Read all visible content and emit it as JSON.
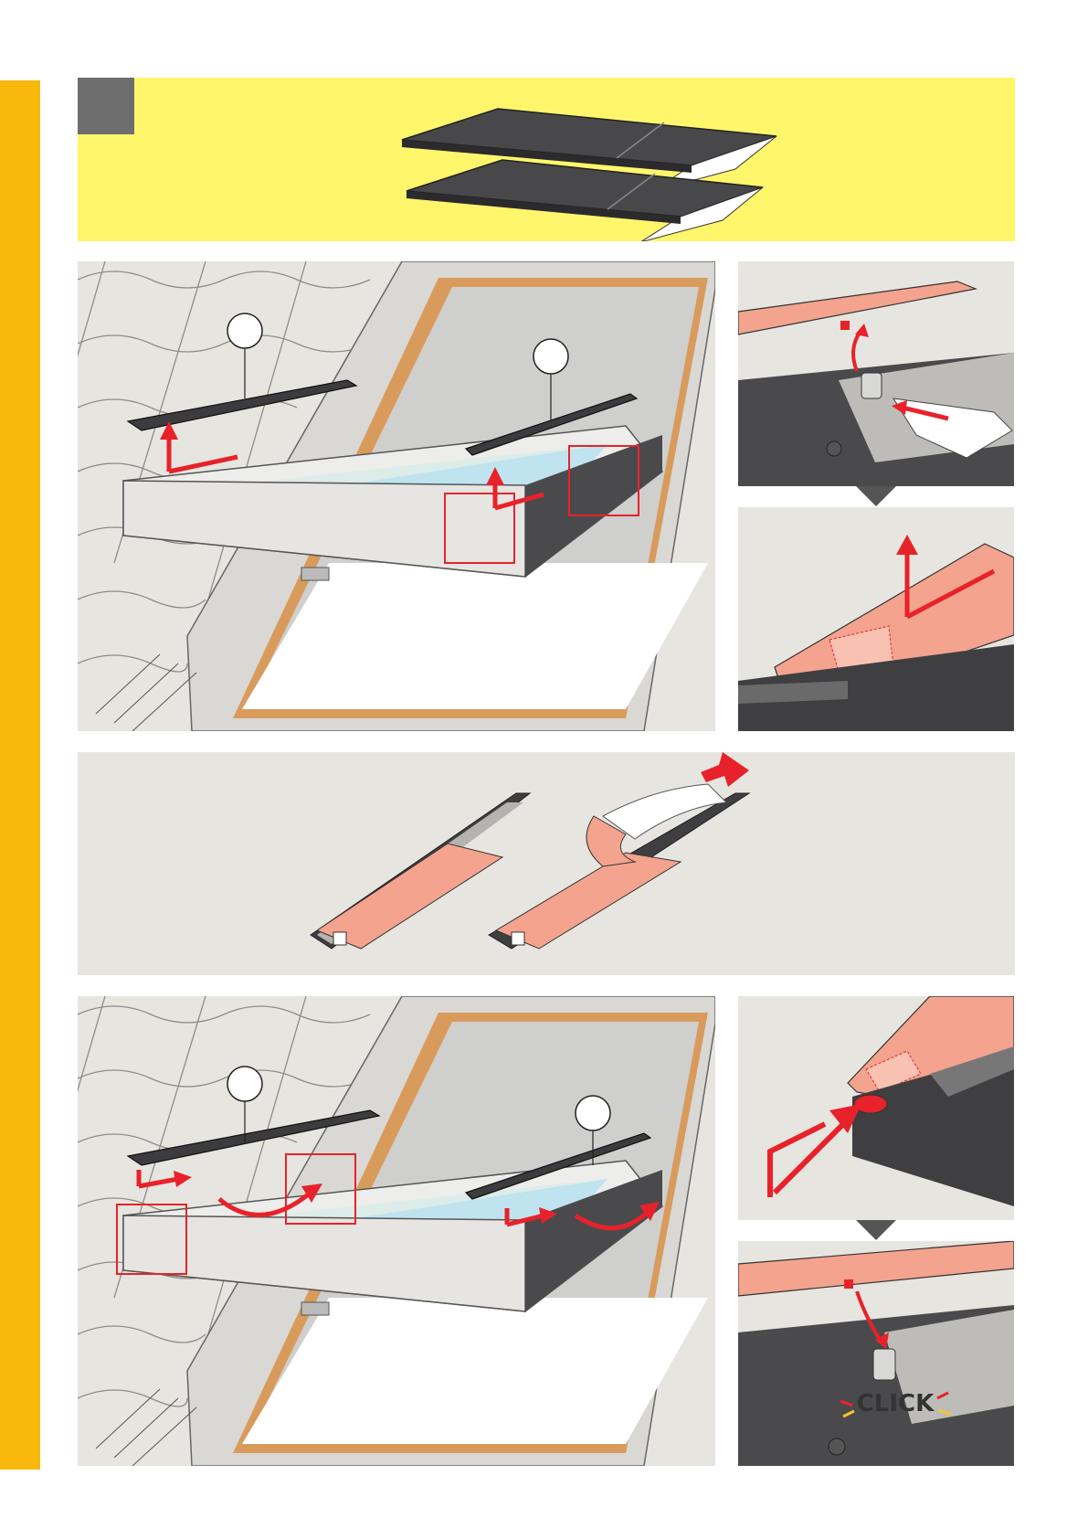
{
  "page": {
    "accent_color": "#f7b80b",
    "highlight_color": "#fff66b",
    "arrow_color": "#e8222a",
    "part_color": "#f3a38e",
    "part_dark_color": "#3f3f41"
  },
  "steps": [
    {
      "name": "step-1-parts",
      "icon": "flashing-strips"
    },
    {
      "name": "step-2-remove-covers",
      "icon": "window-diagram"
    },
    {
      "name": "step-3-peel-tape",
      "icon": "strip-diagram"
    },
    {
      "name": "step-4-attach-covers",
      "icon": "window-diagram"
    }
  ],
  "detail": {
    "click_label": "CLICK"
  }
}
